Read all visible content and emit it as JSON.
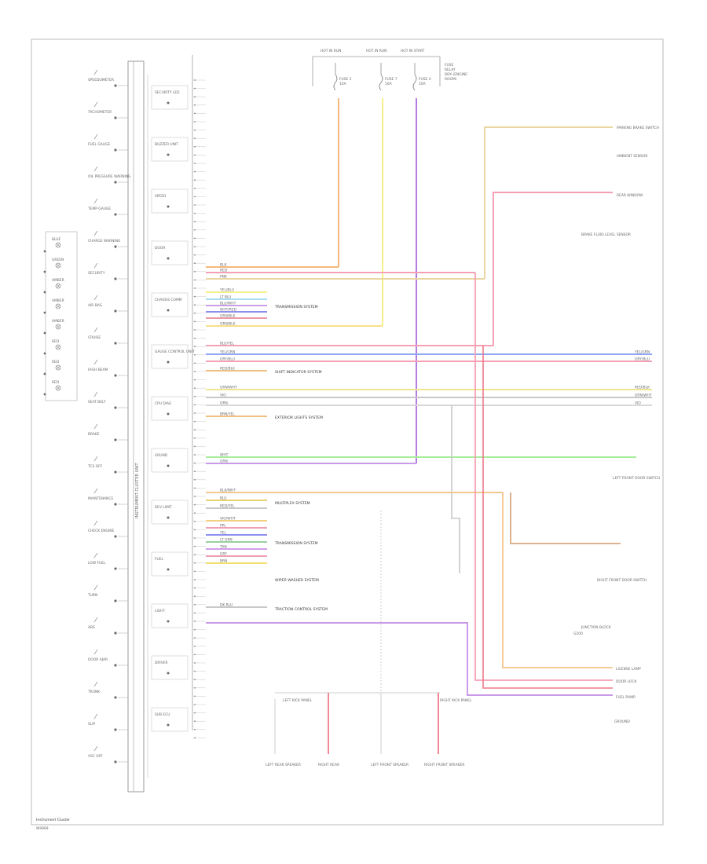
{
  "footer": {
    "title": "Instrument Cluster",
    "code": "W9999"
  },
  "cluster_vertical_label": "INSTRUMENT CLUSTER UNIT",
  "fuse_headers": [
    "HOT IN RUN",
    "HOT IN RUN",
    "HOT IN START"
  ],
  "fuse_block": [
    "FUSE",
    "RELAY",
    "BOX (ENGINE",
    "ROOM)"
  ],
  "fuses": [
    {
      "name": "FUSE 2",
      "amps": "10A"
    },
    {
      "name": "FUSE 7",
      "amps": "10A"
    },
    {
      "name": "FUSE 4",
      "amps": "10A"
    }
  ],
  "cluster_left_items": [
    "SPEEDOMETER",
    "TACHOMETER",
    "FUEL GAUGE",
    "OIL PRESSURE WARNING",
    "TEMP GAUGE",
    "CHARGE WARNING",
    "SECURITY",
    "AIR BAG",
    "CRUISE",
    "HIGH BEAM",
    "SEAT BELT",
    "BRAKE",
    "TCS OFF",
    "MAINTENANCE",
    "CHECK ENGINE",
    "LOW FUEL",
    "TURN",
    "ABS",
    "DOOR AJAR",
    "TRUNK",
    "SLIP",
    "VSC OFF"
  ],
  "bulb_labels": [
    "BLUE",
    "GREEN",
    "AMBER",
    "AMBER",
    "AMBER",
    "RED",
    "RED",
    "RED"
  ],
  "cluster_right_modules": [
    "SECURITY LED",
    "BUZZER UNIT",
    "SPEED",
    "DOOR",
    "CHASSIS COMM",
    "GAUGE CONTROL UNIT",
    "CPU DIAG",
    "SOUND",
    "REV LIMIT",
    "FUEL",
    "LIGHT",
    "DRIVER",
    "SUB ECU"
  ],
  "system_labels": [
    "TRANSMISSION SYSTEM",
    "SHIFT INDICATOR SYSTEM",
    "EXTERIOR LIGHTS SYSTEM",
    "MULTIPLEX SYSTEM",
    "TRANSMISSION SYSTEM",
    "WIPER WASHER SYSTEM",
    "TRACTION CONTROL SYSTEM"
  ],
  "right_components": [
    "PARKING BRAKE SWITCH",
    "AMBIENT SENSOR",
    "REAR WINDOW",
    "BRAKE FLUID LEVEL SENSOR",
    "LEFT FRONT DOOR SWITCH",
    "RIGHT FRONT DOOR SWITCH",
    "JUNCTION BLOCK",
    "LICENSE LAMP",
    "DOOR LOCK",
    "FUEL PUMP",
    "GROUND"
  ],
  "bottom_components": [
    "LEFT REAR SPEAKER",
    "RIGHT REAR",
    "LEFT FRONT SPEAKER",
    "RIGHT FRONT SPEAKER",
    "LEFT KICK PANEL",
    "RIGHT KICK PANEL"
  ],
  "ground_label": "G200",
  "wire_labels": [
    "BLK",
    "RED",
    "PNK",
    "YEL/BLU",
    "LT BLU",
    "BLU/WHT",
    "WHT/RED",
    "GRN/BLK",
    "ORN/BLK",
    "BLU/YEL",
    "YEL/GRN",
    "GRY/BLU",
    "RED/BLK",
    "GRN/WHT",
    "VIO",
    "ORN",
    "BRN/YEL",
    "WHT",
    "GRN",
    "BLK/WHT",
    "BLU",
    "RED/YEL",
    "VIO/WHT",
    "PPL",
    "YEL",
    "LT GRN",
    "TAN",
    "GRY",
    "BRN",
    "DK BLU"
  ]
}
